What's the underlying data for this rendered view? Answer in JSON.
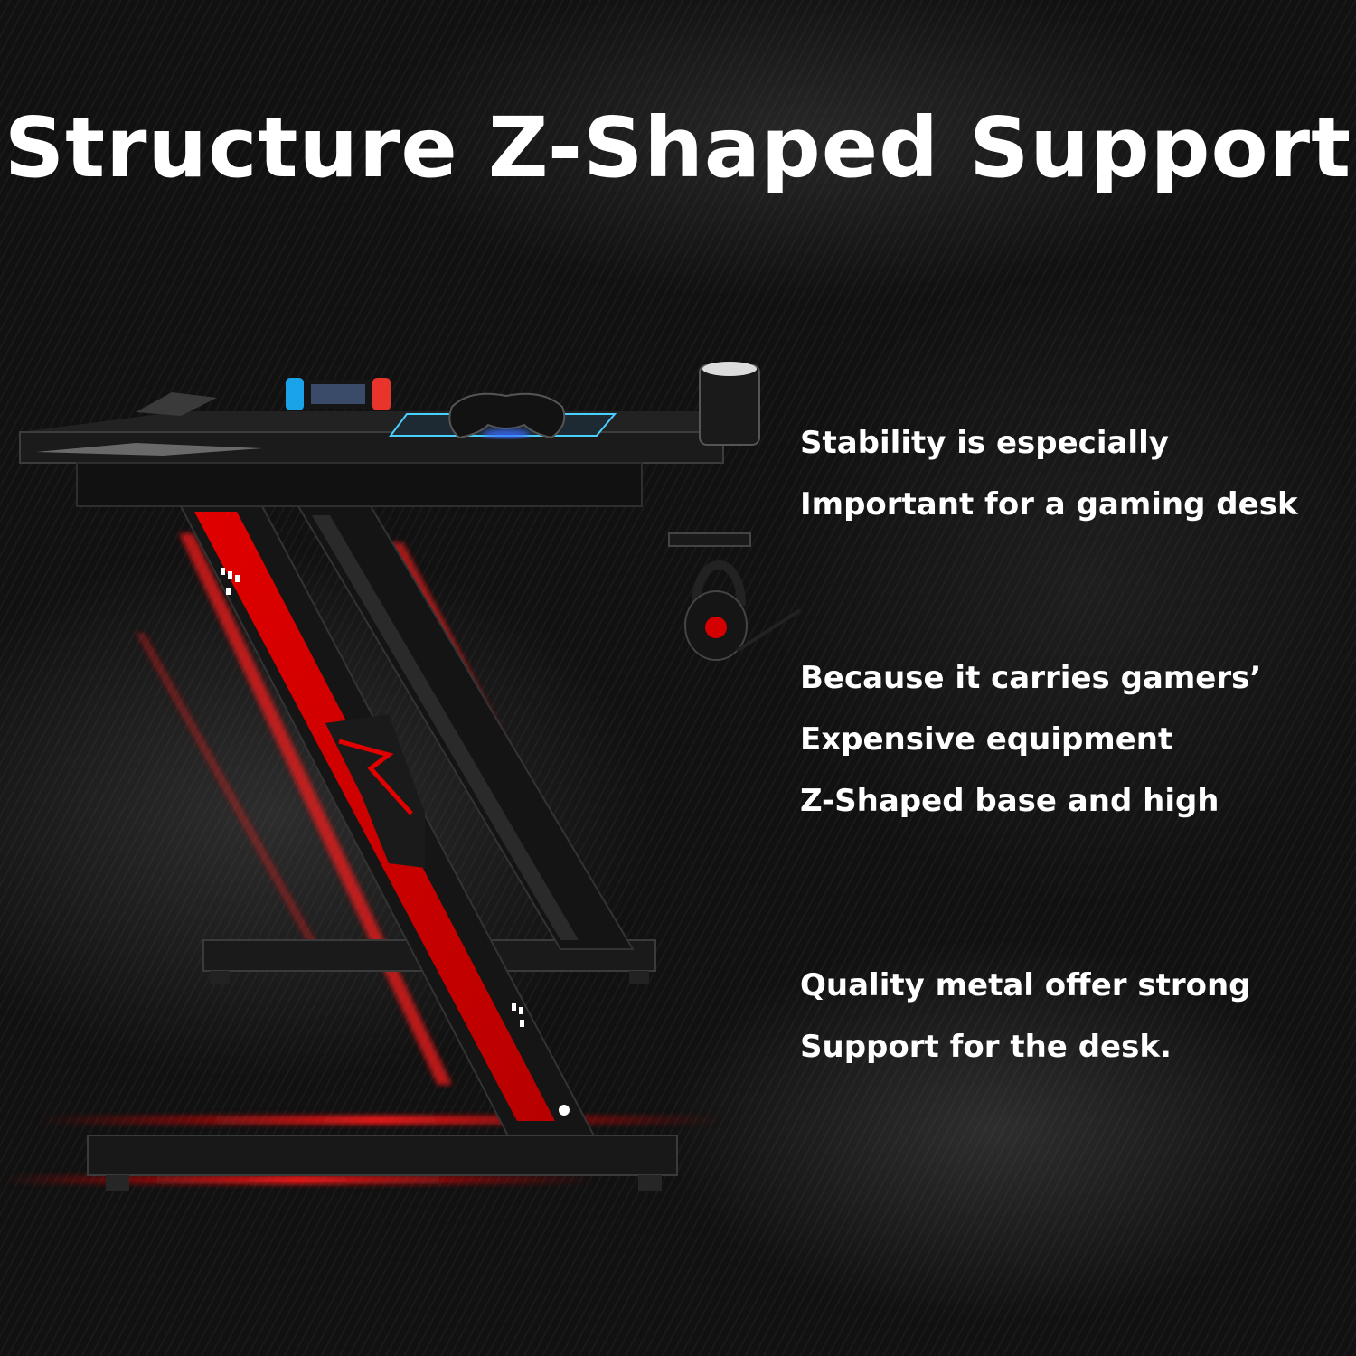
{
  "title": "Structure Z-Shaped Support",
  "features": [
    {
      "lines": [
        "Stability is especially",
        "Important for a gaming desk"
      ]
    },
    {
      "lines": [
        "Because it carries gamers’",
        "Expensive equipment",
        "Z-Shaped base and high"
      ]
    },
    {
      "lines": [
        "Quality metal offer strong",
        "Support for the desk."
      ]
    }
  ],
  "colors": {
    "background": "#111111",
    "accent_red": "#d40000",
    "frame_black": "#151515",
    "text": "#ffffff"
  },
  "illustration": {
    "subject": "z-shaped-gaming-desk",
    "accessories": [
      "handheld-console-icon",
      "game-controller-icon",
      "mouse-pad",
      "cup-holder-icon",
      "headphones-icon"
    ]
  }
}
